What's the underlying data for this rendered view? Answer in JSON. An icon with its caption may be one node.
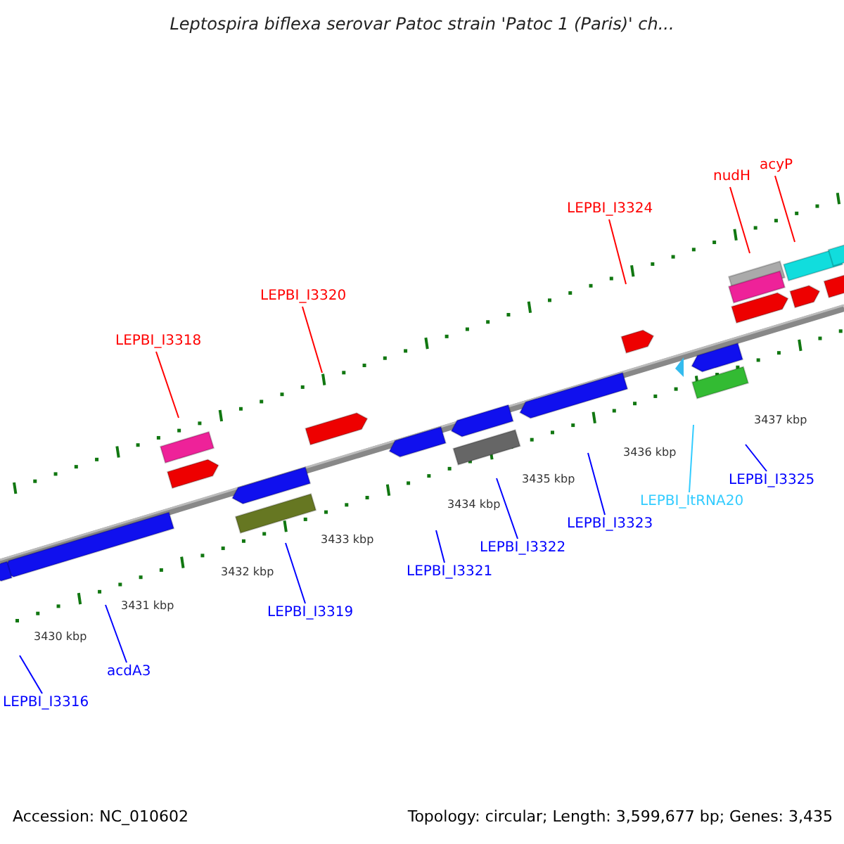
{
  "diagram": {
    "title": "Leptospira biflexa serovar Patoc strain 'Patoc 1 (Paris)' ch...",
    "nodes": [
      {
        "text": [
          "LEPBI_I3318"
        ]
      },
      {
        "text": [
          "LEPBI_I3320"
        ]
      },
      {
        "text": [
          "LEPBI_I3324"
        ]
      },
      {
        "text": [
          "nudH"
        ]
      },
      {
        "text": [
          "acyP"
        ]
      },
      {
        "text": [
          "LEPBI_I3316"
        ]
      },
      {
        "text": [
          "acdA3"
        ]
      },
      {
        "text": [
          "LEPBI_I3319"
        ]
      },
      {
        "text": [
          "LEPBI_I3321"
        ]
      },
      {
        "text": [
          "LEPBI_I3322"
        ]
      },
      {
        "text": [
          "LEPBI_I3323"
        ]
      },
      {
        "text": [
          "LEPBI_ItRNA20"
        ]
      },
      {
        "text": [
          "LEPBI_I3325"
        ]
      }
    ],
    "edges": [
      {
        "from": 0,
        "to": null,
        "arrow": "none",
        "color": "#ff0000"
      },
      {
        "from": 1,
        "to": null,
        "arrow": "none",
        "color": "#ff0000"
      },
      {
        "from": 2,
        "to": null,
        "arrow": "none",
        "color": "#ff0000"
      },
      {
        "from": 3,
        "to": null,
        "arrow": "none",
        "color": "#ff0000"
      },
      {
        "from": 4,
        "to": null,
        "arrow": "none",
        "color": "#ff0000"
      },
      {
        "from": 5,
        "to": null,
        "arrow": "none"
      },
      {
        "from": 6,
        "to": null,
        "arrow": "none"
      },
      {
        "from": 7,
        "to": null,
        "arrow": "none"
      },
      {
        "from": 8,
        "to": null,
        "arrow": "none"
      },
      {
        "from": 9,
        "to": null,
        "arrow": "none"
      },
      {
        "from": 10,
        "to": null,
        "arrow": "none"
      },
      {
        "from": 11,
        "to": null,
        "arrow": "none",
        "color": "#33ccff"
      },
      {
        "from": 12,
        "to": null,
        "arrow": "none"
      }
    ],
    "labels": [
      "3430 kbp",
      "3431 kbp",
      "3432 kbp",
      "3433 kbp",
      "3434 kbp",
      "3435 kbp",
      "3436 kbp",
      "3437 kbp",
      "Accession: NC_010602",
      "Topology: circular; Length: 3,599,677 bp; Genes: 3,435"
    ]
  }
}
